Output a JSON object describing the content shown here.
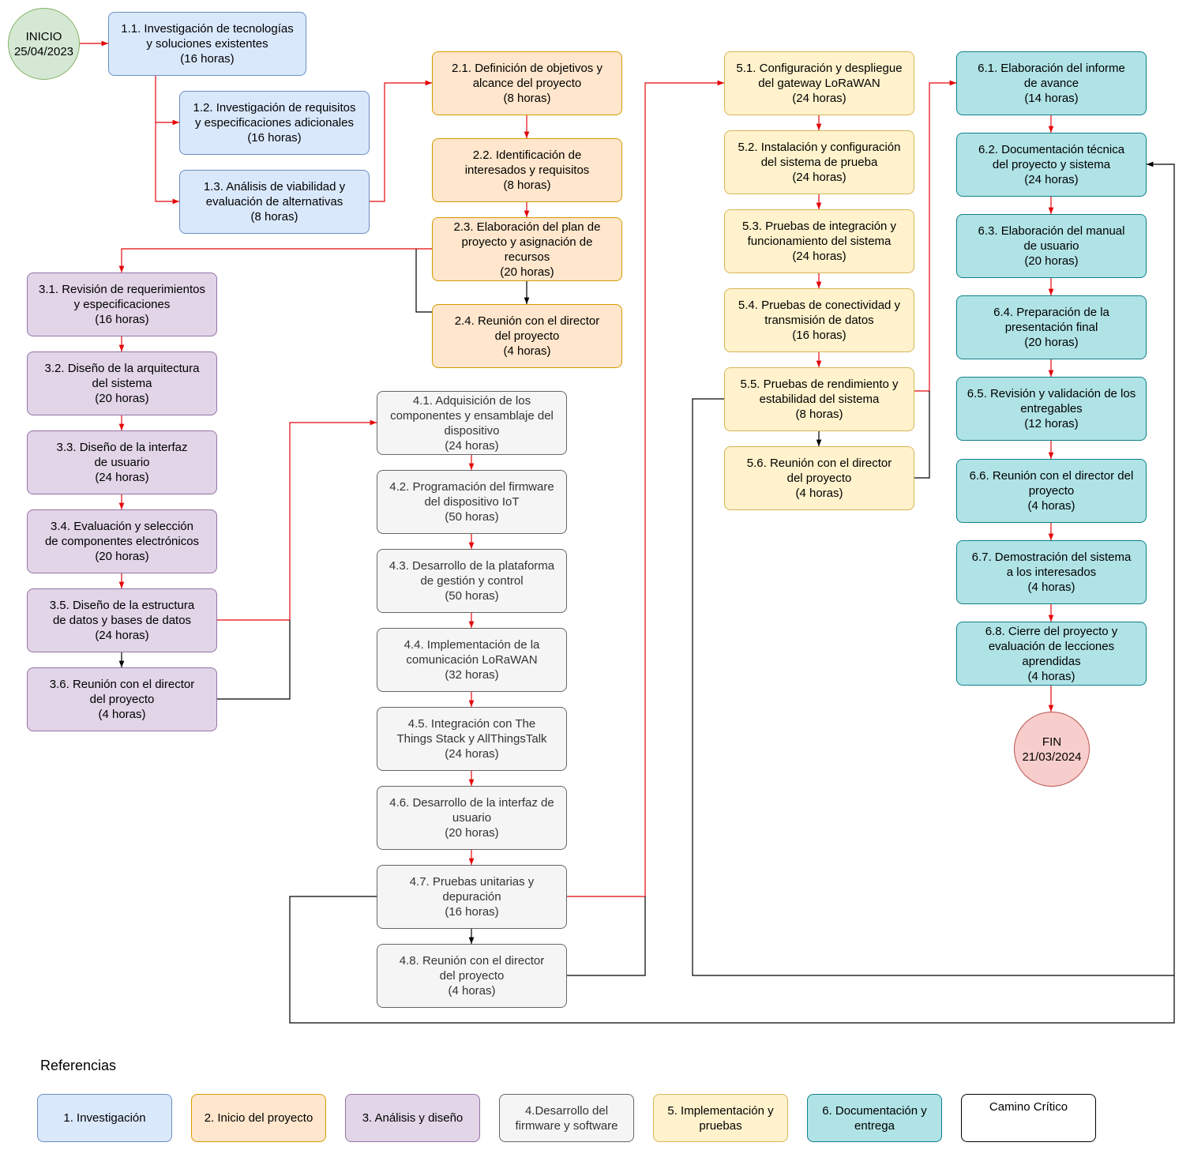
{
  "colors": {
    "g1": {
      "fill": "#dae8fc",
      "stroke": "#6c8ebf",
      "text": "#000000"
    },
    "g2": {
      "fill": "#ffe6cc",
      "stroke": "#d79b00",
      "text": "#000000"
    },
    "g3": {
      "fill": "#e1d5e7",
      "stroke": "#9673a6",
      "text": "#000000"
    },
    "g4": {
      "fill": "#f5f5f5",
      "stroke": "#666666",
      "text": "#333333"
    },
    "g5": {
      "fill": "#fff2cc",
      "stroke": "#d6b656",
      "text": "#000000"
    },
    "g6": {
      "fill": "#b0e3e6",
      "stroke": "#0e8088",
      "text": "#000000"
    },
    "start": {
      "fill": "#d5e8d4",
      "stroke": "#82b366",
      "text": "#000000"
    },
    "end": {
      "fill": "#f8cecc",
      "stroke": "#b85450",
      "text": "#000000"
    },
    "critical": "#e3080b",
    "normal": "#000000"
  },
  "nodes": {
    "inicio": "INICIO\n25/04/2023",
    "n1_1": "1.1. Investigación de tecnologías\ny soluciones existentes\n(16 horas)",
    "n1_2": "1.2. Investigación de requisitos\ny especificaciones adicionales\n(16 horas)",
    "n1_3": "1.3. Análisis de viabilidad y\nevaluación de alternativas\n(8 horas)",
    "n2_1": "2.1. Definición de objetivos y\nalcance del proyecto\n(8 horas)",
    "n2_2": "2.2. Identificación de\ninteresados y requisitos\n(8 horas)",
    "n2_3": "2.3. Elaboración del plan de\nproyecto y asignación de\nrecursos\n(20 horas)",
    "n2_4": "2.4. Reunión con el director\ndel proyecto\n(4 horas)",
    "n3_1": "3.1. Revisión de requerimientos\ny especificaciones\n(16 horas)",
    "n3_2": "3.2. Diseño de la arquitectura\ndel sistema\n(20 horas)",
    "n3_3": "3.3. Diseño de la interfaz\nde usuario\n(24 horas)",
    "n3_4": "3.4. Evaluación y selección\nde componentes electrónicos\n(20 horas)",
    "n3_5": "3.5. Diseño de la estructura\nde datos y bases de datos\n(24 horas)",
    "n3_6": "3.6. Reunión con el director\ndel proyecto\n(4 horas)",
    "n4_1": "4.1. Adquisición de los\ncomponentes y ensamblaje del\ndispositivo\n(24 horas)",
    "n4_2": "4.2. Programación del firmware\ndel dispositivo IoT\n(50 horas)",
    "n4_3": "4.3. Desarrollo de la plataforma\nde gestión y control\n(50 horas)",
    "n4_4": "4.4. Implementación de la\ncomunicación LoRaWAN\n(32 horas)",
    "n4_5": "4.5. Integración con The\nThings Stack y AllThingsTalk\n(24 horas)",
    "n4_6": "4.6. Desarrollo de la interfaz de\nusuario\n(20 horas)",
    "n4_7": "4.7. Pruebas unitarias y\ndepuración\n(16 horas)",
    "n4_8": "4.8. Reunión con el director\ndel proyecto\n(4 horas)",
    "n5_1": "5.1. Configuración y despliegue\ndel gateway LoRaWAN\n(24 horas)",
    "n5_2": "5.2. Instalación y configuración\ndel sistema de prueba\n(24 horas)",
    "n5_3": "5.3. Pruebas de integración y\nfuncionamiento del sistema\n(24 horas)",
    "n5_4": "5.4. Pruebas de conectividad y\ntransmisión de datos\n(16 horas)",
    "n5_5": "5.5. Pruebas de rendimiento y\nestabilidad del sistema\n(8 horas)",
    "n5_6": "5.6. Reunión con el director\ndel proyecto\n(4 horas)",
    "n6_1": "6.1. Elaboración del informe\nde avance\n(14 horas)",
    "n6_2": "6.2. Documentación técnica\ndel proyecto y sistema\n(24 horas)",
    "n6_3": "6.3. Elaboración del manual\nde usuario\n(20 horas)",
    "n6_4": "6.4. Preparación de la\npresentación final\n(20 horas)",
    "n6_5": "6.5. Revisión y validación de los\nentregables\n(12 horas)",
    "n6_6": "6.6. Reunión con el director del\nproyecto\n(4 horas)",
    "n6_7": "6.7. Demostración del sistema\na los interesados\n(4 horas)",
    "n6_8": "6.8. Cierre del proyecto y\nevaluación de lecciones\naprendidas\n(4 horas)",
    "fin": "FIN\n21/03/2024"
  },
  "legend": {
    "title": "Referencias",
    "items": [
      "1. Investigación",
      "2. Inicio del proyecto",
      "3. Análisis y diseño",
      "4.Desarrollo del\nfirmware y software",
      "5. Implementación y\npruebas",
      "6. Documentación y\nentrega"
    ],
    "critical": "Camino Crítico"
  }
}
